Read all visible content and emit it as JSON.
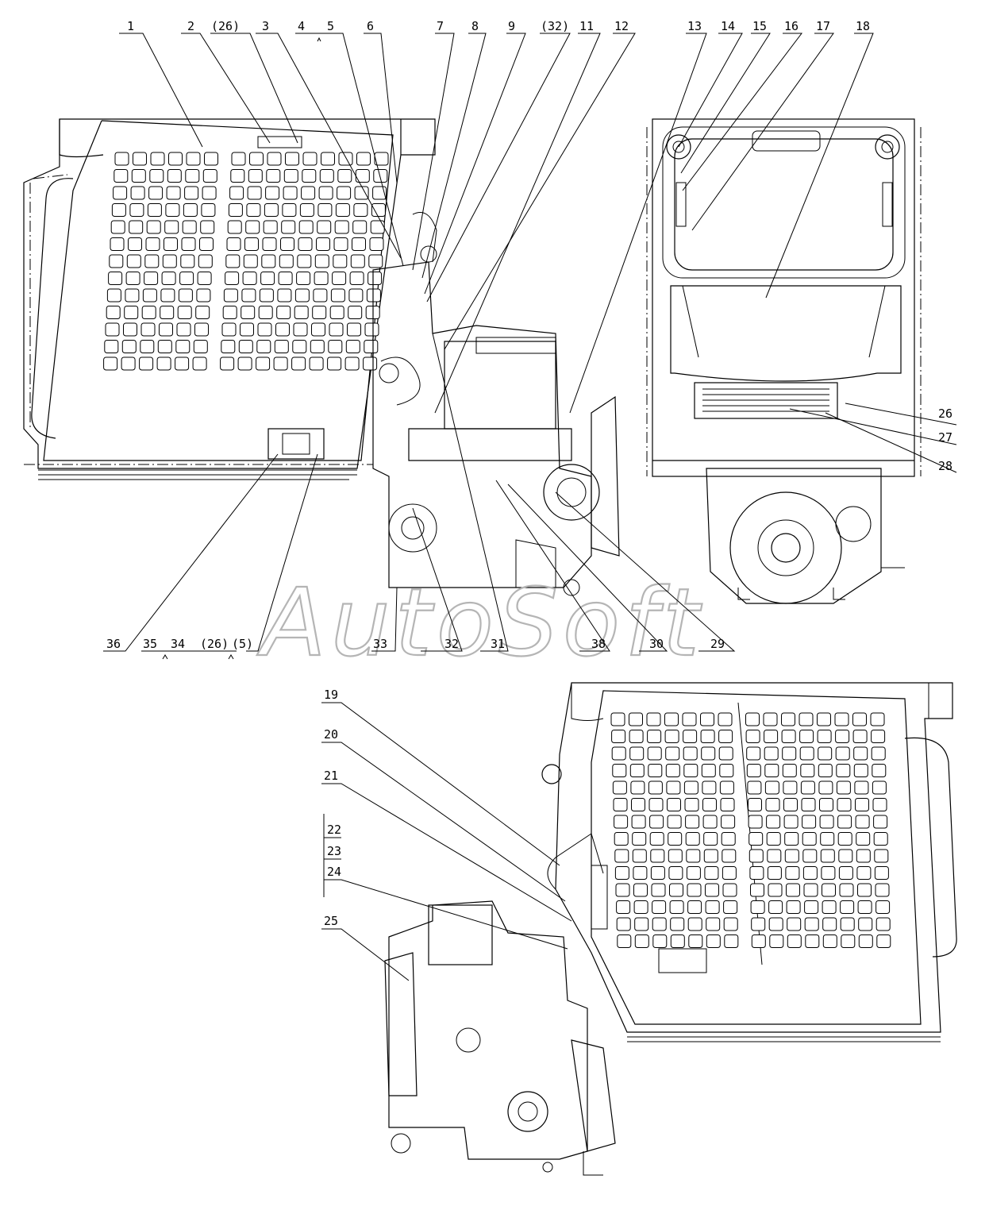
{
  "watermark": "AutoSoft",
  "callouts": {
    "top": [
      "1",
      "2",
      "(26)",
      "3",
      "4",
      "5",
      "6",
      "7",
      "8",
      "9",
      "(32)",
      "11",
      "12",
      "13",
      "14",
      "15",
      "16",
      "17",
      "18"
    ],
    "bottom": [
      "36",
      "35",
      "34",
      "(26)",
      "(5)",
      "33",
      "32",
      "31",
      "38",
      "30",
      "29"
    ],
    "right": [
      "26",
      "27",
      "28"
    ],
    "lower_left": [
      "19",
      "20",
      "21",
      "22",
      "23",
      "24",
      "25"
    ]
  }
}
